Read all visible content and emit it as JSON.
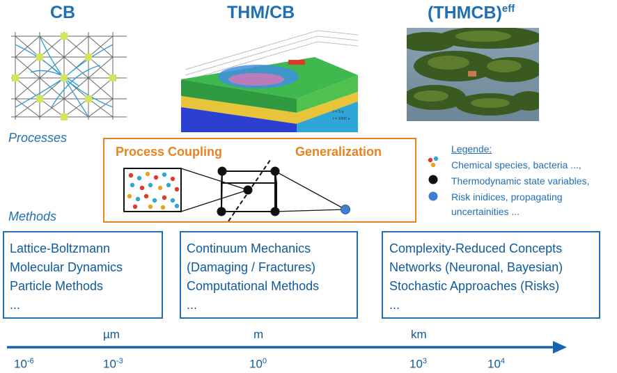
{
  "headings": {
    "cb": "CB",
    "thm": "THM/CB",
    "thmcb": "(THMCB)",
    "thmcb_sup": "eff"
  },
  "sections": {
    "processes": "Processes",
    "methods": "Methods"
  },
  "coupling": {
    "left_label": "Process Coupling",
    "right_label": "Generalization"
  },
  "legend": {
    "title": "Legende:",
    "items": [
      "Chemical species, bacteria ...,",
      "Thermodynamic state variables,",
      "Risk inidices, propagating",
      "uncertainities ..."
    ]
  },
  "methods": [
    {
      "lines": [
        "Lattice-Boltzmann",
        "Molecular Dynamics",
        "Particle Methods",
        "..."
      ]
    },
    {
      "lines": [
        "Continuum Mechanics",
        "(Damaging / Fractures)",
        "Computational Methods",
        "..."
      ]
    },
    {
      "lines": [
        "Complexity-Reduced Concepts",
        "Networks (Neuronal, Bayesian)",
        "Stochastic Approaches (Risks)",
        "..."
      ]
    }
  ],
  "scale": {
    "units": [
      "µm",
      "m",
      "km"
    ],
    "ticks": [
      {
        "base": "10",
        "exp": "-6"
      },
      {
        "base": "10",
        "exp": "-3"
      },
      {
        "base": "10",
        "exp": "0"
      },
      {
        "base": "10",
        "exp": "3"
      },
      {
        "base": "10",
        "exp": "4"
      }
    ]
  },
  "model_annotation": {
    "line1": "t = 5 a",
    "line2": "t = 1000 a"
  },
  "colors": {
    "accent_blue": "#1f6fb5",
    "dark_blue": "#0f5a9c",
    "orange": "#e8821e",
    "arrow": "#1565b0"
  }
}
